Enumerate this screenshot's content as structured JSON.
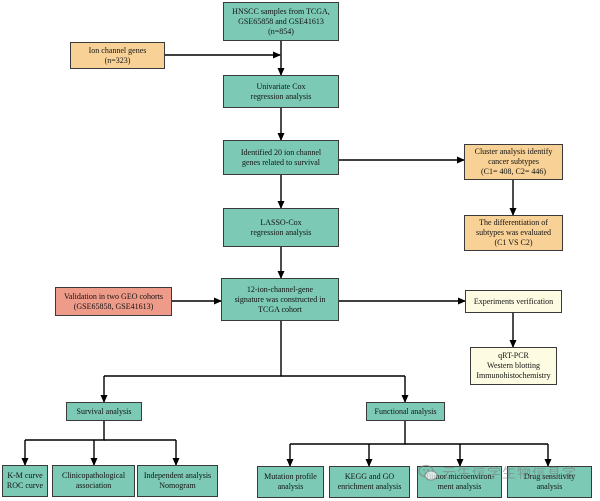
{
  "nodes": {
    "samples": [
      "HNSCC samples from TCGA,",
      "GSE65858 and GSE41613",
      "(n=854)"
    ],
    "ion_genes": [
      "Ion channel genes",
      "(n=323)"
    ],
    "univariate": [
      "Univariate Cox",
      "regression analysis"
    ],
    "identified": [
      "Identified 20 ion channel",
      "genes related to survival"
    ],
    "cluster": [
      "Cluster analysis identify",
      "cancer subtypes",
      "(C1= 408, C2= 446)"
    ],
    "differentiation": [
      "The differentiation of",
      "subtypes was evaluated",
      "(C1 VS C2)"
    ],
    "lasso": [
      "LASSO-Cox",
      "regression analysis"
    ],
    "signature": [
      "12-ion-channel-gene",
      "signature was constructed in",
      "TCGA cohort"
    ],
    "validation": [
      "Validation in two  GEO cohorts",
      "(GSE65858, GSE41613)"
    ],
    "experiments": [
      "Experiments verification"
    ],
    "qrtpcr": [
      "qRT-PCR",
      "Western blotting",
      "Immunohistochemistry"
    ],
    "survival": [
      "Survival analysis"
    ],
    "functional": [
      "Functional analysis"
    ],
    "km": [
      "K-M curve",
      "ROC curve"
    ],
    "clinico": [
      "Clinicopathological",
      "association"
    ],
    "independent": [
      "Independent analysis",
      "Nomogram"
    ],
    "mutation": [
      "Mutation profile",
      "analysis"
    ],
    "kegg": [
      "KEGG and GO",
      "enrichment analysis"
    ],
    "microenv": [
      "Tumor microenviron-",
      "ment analysis"
    ],
    "drug": [
      "Drug sensitivity",
      "analysis"
    ]
  },
  "watermark": "云生信学生物信息学",
  "colors": {
    "teal": "#7ccab5",
    "orange": "#f8d196",
    "red": "#ef9b8a",
    "cream": "#fdfbe2",
    "line": "#000000"
  }
}
